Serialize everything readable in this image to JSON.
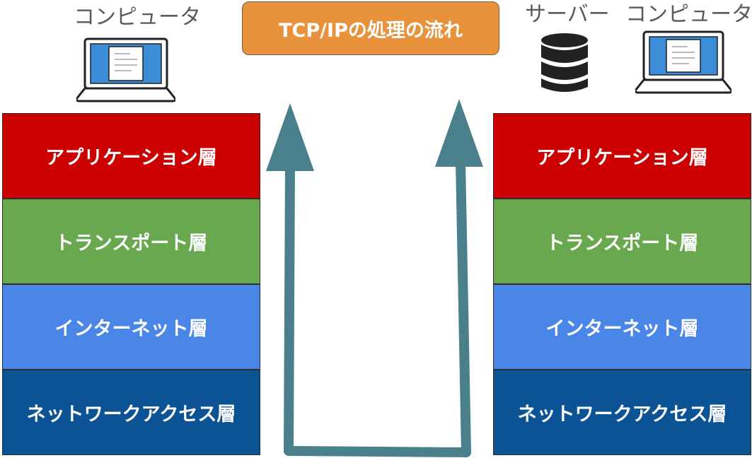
{
  "title": "TCP/IPの処理の流れ",
  "left": {
    "device_label": "コンピュータ",
    "layers": [
      "アプリケーション層",
      "トランスポート層",
      "インターネット層",
      "ネットワークアクセス層"
    ]
  },
  "right": {
    "server_label": "サーバー",
    "device_label": "コンピュータ",
    "layers": [
      "アプリケーション層",
      "トランスポート層",
      "インターネット層",
      "ネットワークアクセス層"
    ]
  },
  "colors": {
    "application": "#cc0000",
    "transport": "#6aa84f",
    "internet": "#4a86e8",
    "network_access": "#0b5394",
    "arrow": "#4a7f8c",
    "title_box": "#e8923c"
  },
  "icons": [
    "laptop-icon",
    "database-icon",
    "arrow-up-icon"
  ]
}
